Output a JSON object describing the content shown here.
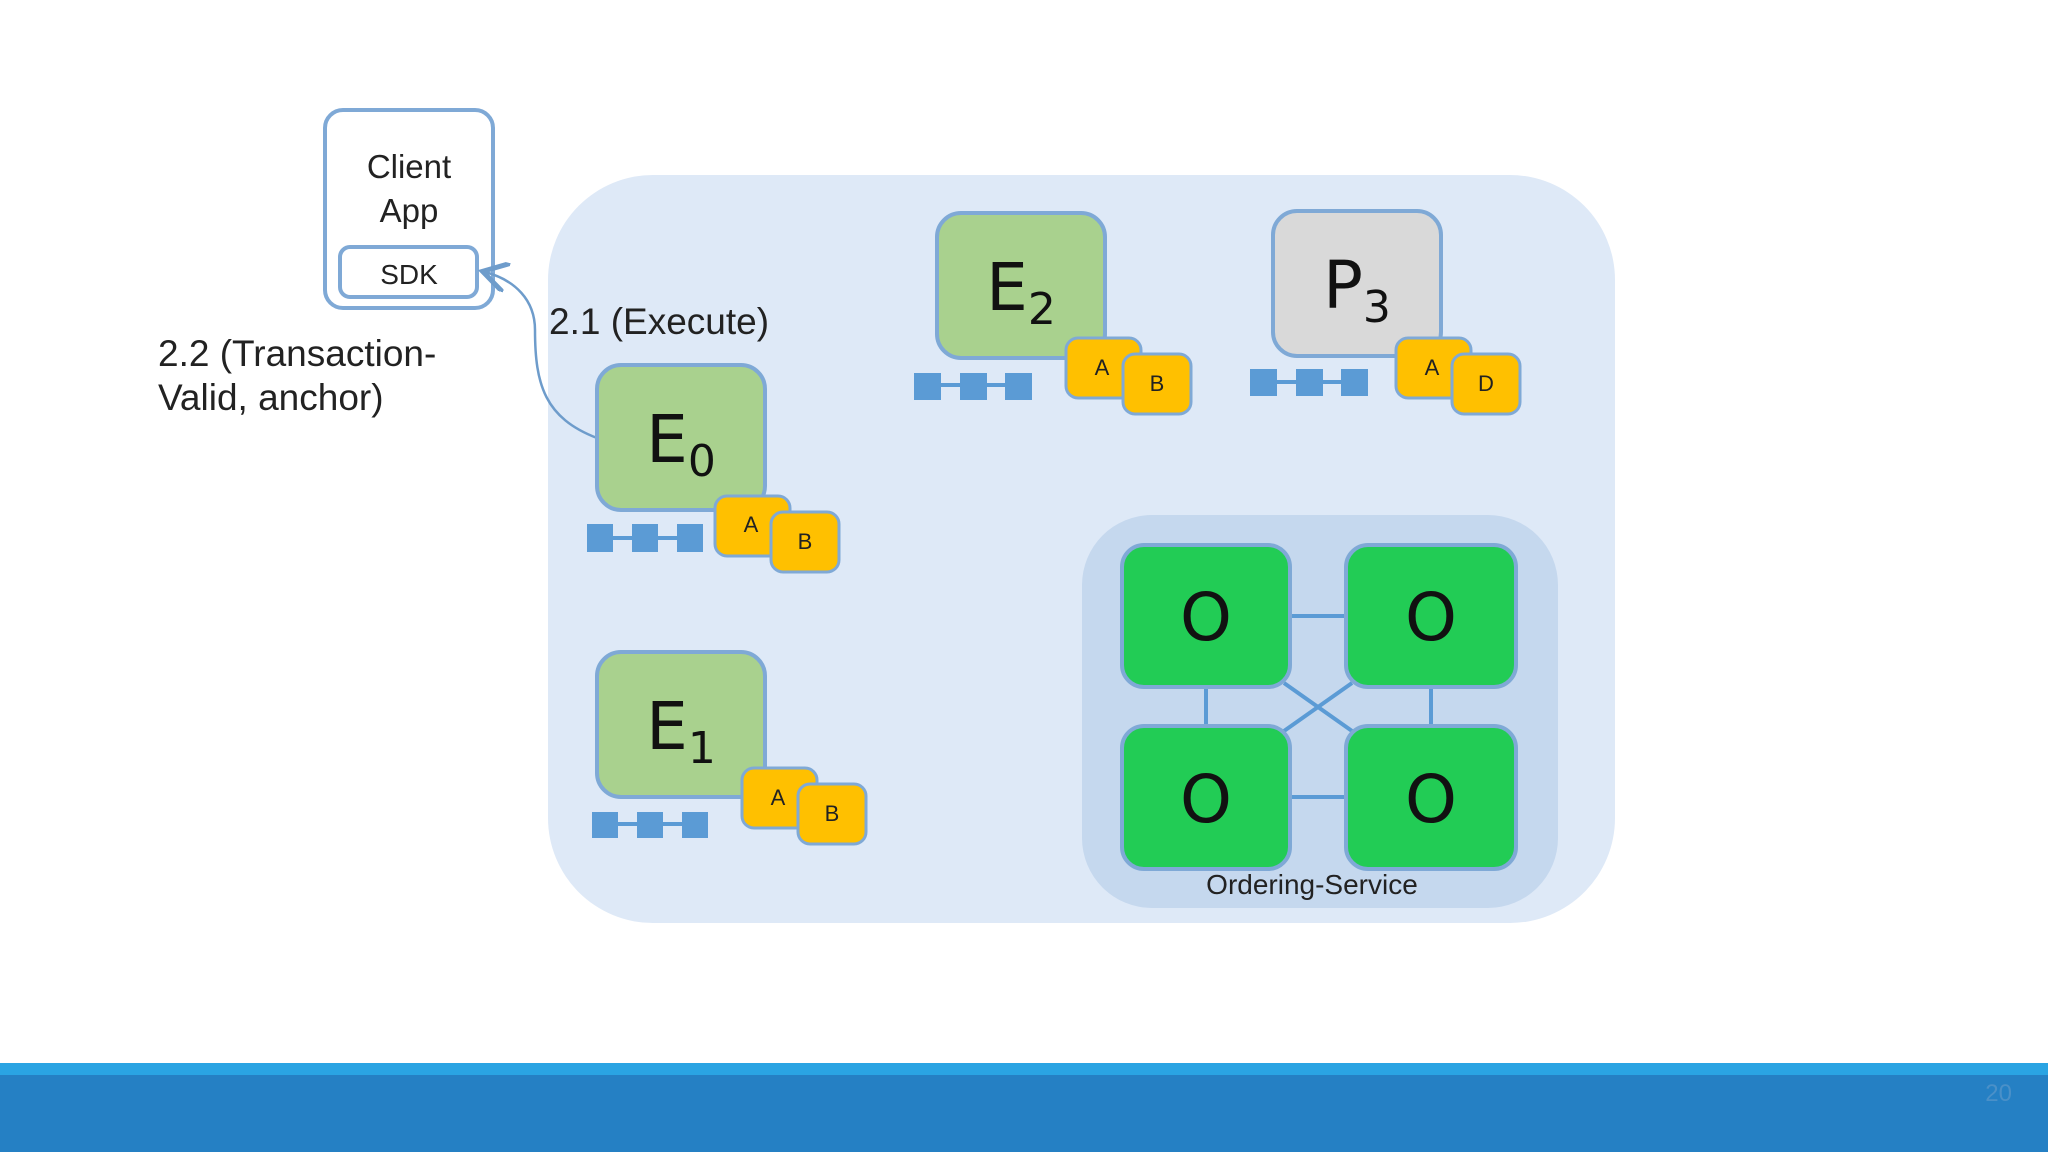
{
  "client": {
    "title_line1": "Client",
    "title_line2": "App",
    "sdk_label": "SDK"
  },
  "labels": {
    "execute": "2.1 (Execute)",
    "valid_line1": "2.2 (Transaction-",
    "valid_line2": "Valid, anchor)"
  },
  "peers": {
    "e0": {
      "letter": "E",
      "sub": "0",
      "chaincodes": [
        "A",
        "B"
      ]
    },
    "e1": {
      "letter": "E",
      "sub": "1",
      "chaincodes": [
        "A",
        "B"
      ]
    },
    "e2": {
      "letter": "E",
      "sub": "2",
      "chaincodes": [
        "A",
        "B"
      ]
    },
    "p3": {
      "letter": "P",
      "sub": "3",
      "chaincodes": [
        "A",
        "D"
      ]
    }
  },
  "ordering": {
    "node_label": "O",
    "service_label": "Ordering-Service"
  },
  "colors": {
    "endorser_fill": "#A9D18E",
    "peer_fill": "#D9D9D9",
    "orderer_fill": "#22CC55",
    "chaincode_fill": "#FFC000",
    "ledger_block": "#5B9BD5",
    "network_bg": "#DEE9F7",
    "ordering_bg": "#C5D8EE",
    "footer": "#2580C4"
  },
  "footer": {
    "slide_number": "20"
  }
}
